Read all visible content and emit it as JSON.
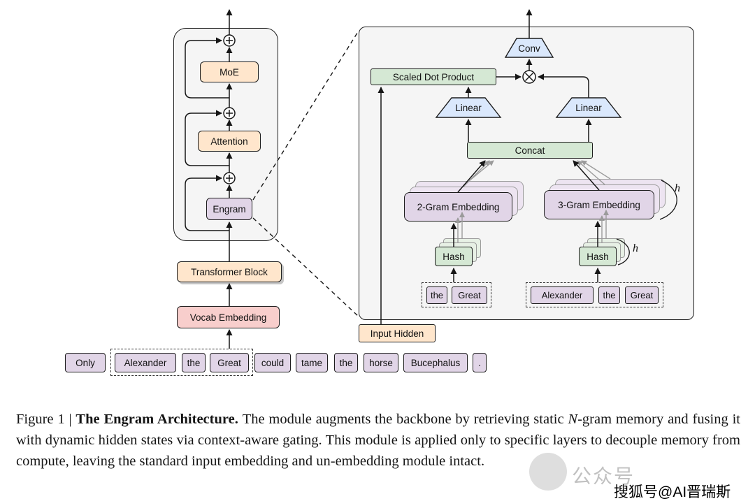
{
  "figure": {
    "backbone": {
      "moe": "MoE",
      "attention": "Attention",
      "engram": "Engram",
      "transformer_block": "Transformer Block",
      "vocab_embedding": "Vocab Embedding"
    },
    "tokens": [
      "Only",
      "Alexander",
      "the",
      "Great",
      "could",
      "tame",
      "the",
      "horse",
      "Bucephalus",
      "."
    ],
    "engram_detail": {
      "conv": "Conv",
      "scaled_dot_product": "Scaled Dot Product",
      "linear_left": "Linear",
      "linear_right": "Linear",
      "concat": "Concat",
      "two_gram": "2-Gram Embedding",
      "three_gram": "3-Gram Embedding",
      "hash_left": "Hash",
      "hash_right": "Hash",
      "h_embed": "h",
      "h_hash": "h",
      "left_ngram_tokens": [
        "the",
        "Great"
      ],
      "right_ngram_tokens": [
        "Alexander",
        "the",
        "Great"
      ],
      "input_hidden": "Input Hidden"
    }
  },
  "caption": {
    "figure_label": "Figure 1 | ",
    "title": "The Engram Architecture. ",
    "body1": "The module augments the backbone by retrieving static ",
    "n_italic": "N",
    "body2": "-gram memory and fusing it with dynamic hidden states via context-aware gating. This module is applied only to specific layers to decouple memory from compute, leaving the standard input embedding and un-embedding module intact."
  },
  "watermarks": {
    "faint_badge": "公众号",
    "sohu": "搜狐号@AI晋瑞斯"
  },
  "colors": {
    "orange_fill": "#FFE6CC",
    "purple_fill": "#E1D5E7",
    "green_fill": "#D5E8D4",
    "blue_fill": "#DAE8FC",
    "pink_fill": "#F8CECC",
    "panel_fill": "#F5F5F5",
    "line": "#161616"
  }
}
